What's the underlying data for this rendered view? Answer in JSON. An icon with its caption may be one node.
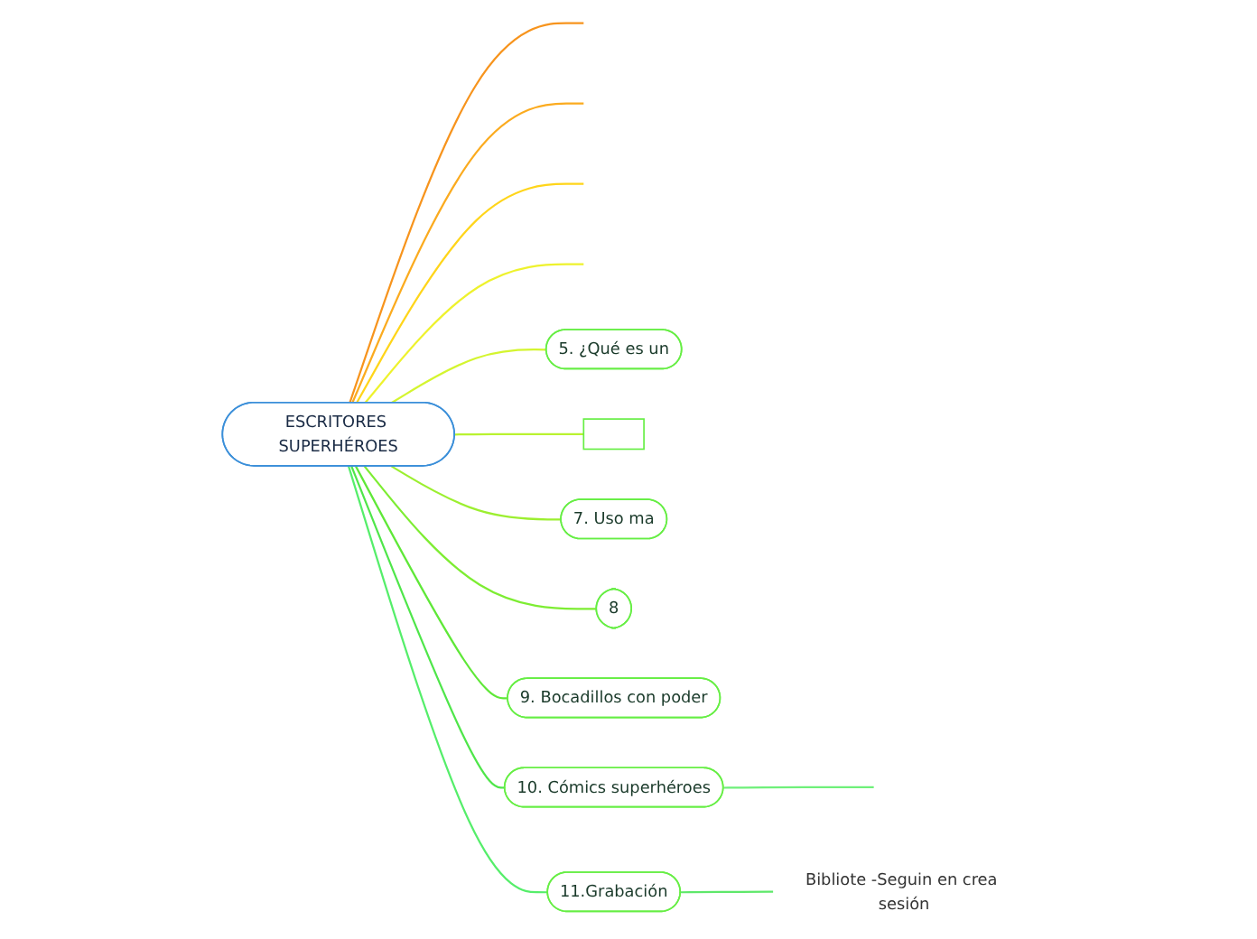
{
  "diagram": {
    "nodes": [
      {
        "text": [
          "ESCRITORES SUPERHÉROES"
        ]
      },
      {
        "text": [
          "5. ¿Qué es un"
        ]
      },
      {
        "text": [],
        "shape": "box"
      },
      {
        "text": [
          "7. Uso ma"
        ]
      },
      {
        "text": [
          "8"
        ]
      },
      {
        "text": [
          "9. Bocadillos con poder"
        ]
      },
      {
        "text": [
          "10. Cómics superhéroes"
        ]
      },
      {
        "text": [
          "11.Grabación"
        ]
      },
      {
        "text": [
          "Bibliote -Seguin en crea sesión"
        ]
      }
    ],
    "edges": [
      {
        "from": 0,
        "to": null,
        "arrow": "none",
        "color": "#f7941d"
      },
      {
        "from": 0,
        "to": null,
        "arrow": "none",
        "color": "#fbab1f"
      },
      {
        "from": 0,
        "to": null,
        "arrow": "none",
        "color": "#ffd51a"
      },
      {
        "from": 0,
        "to": null,
        "arrow": "none",
        "color": "#eef22d"
      },
      {
        "from": 0,
        "to": 1,
        "arrow": "none",
        "color": "#d4f52f"
      },
      {
        "from": 0,
        "to": 2,
        "arrow": "none",
        "color": "#b9f230"
      },
      {
        "from": 0,
        "to": 3,
        "arrow": "none",
        "color": "#9cef30"
      },
      {
        "from": 0,
        "to": 4,
        "arrow": "none",
        "color": "#7ded32"
      },
      {
        "from": 0,
        "to": 5,
        "arrow": "none",
        "color": "#5fe838"
      },
      {
        "from": 0,
        "to": 6,
        "arrow": "none",
        "color": "#4fe64a"
      },
      {
        "from": 0,
        "to": 7,
        "arrow": "none",
        "color": "#55ee6a"
      },
      {
        "from": 6,
        "to": null,
        "arrow": "none",
        "color": "#6ff07a"
      },
      {
        "from": 7,
        "to": 8,
        "arrow": "none",
        "color": "#5ee86a"
      }
    ]
  }
}
